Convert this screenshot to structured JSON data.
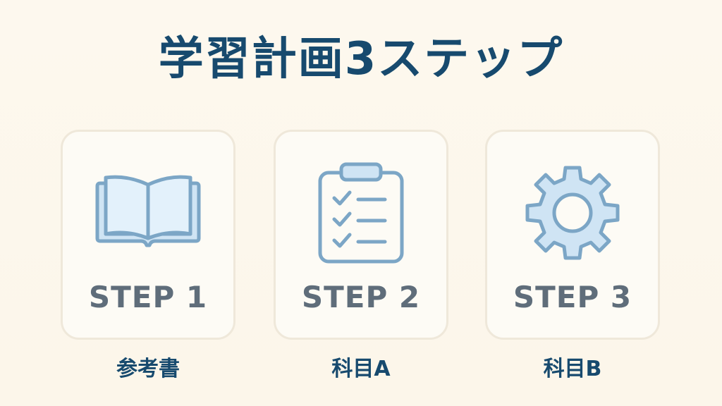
{
  "title": "学習計画3ステップ",
  "colors": {
    "background": "#fdf8ee",
    "title": "#174a6e",
    "card_border": "#efe8da",
    "card_fill": "#fdfbf5",
    "step_text": "#5f6d7a",
    "icon_stroke": "#7ca6c6",
    "icon_fill": "#cfe4f4",
    "icon_fill_light": "#e3f1fb"
  },
  "steps": [
    {
      "label": "STEP 1",
      "icon": "open-book-icon",
      "caption": "参考書"
    },
    {
      "label": "STEP 2",
      "icon": "clipboard-checklist-icon",
      "caption": "科目A"
    },
    {
      "label": "STEP 3",
      "icon": "gear-icon",
      "caption": "科目B"
    }
  ]
}
